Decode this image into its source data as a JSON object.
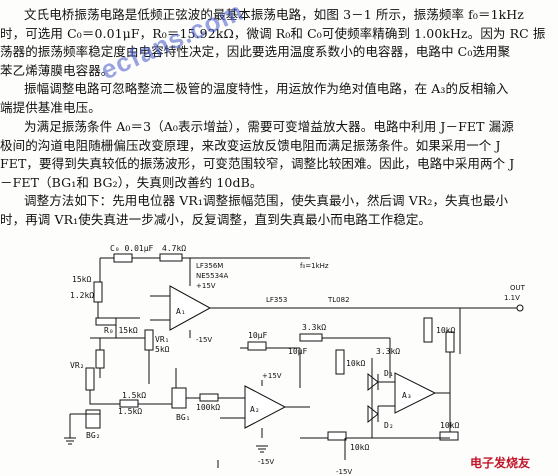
{
  "paragraphs": [
    {
      "lines": [
        "文氏电桥振荡电路是低频正弦波的最基本振荡电路，如图 3－1 所示，振荡频率 f₀＝1kHz",
        "时，可选用 C₀＝0.01μF，R₀＝15.92kΩ，微调 R₀和 C₀可使频率精确到 1.00kHz。因为 RC 振",
        "荡器的振荡频率稳定度由电容特性决定，因此要选用温度系数小的电容器，电路中 C₀选用聚",
        "苯乙烯薄膜电容器。"
      ]
    },
    {
      "lines": [
        "振幅调整电路可忽略整流二极管的温度特性，用运放作为绝对值电路，在 A₃的反相输入",
        "端提供基准电压。"
      ]
    },
    {
      "lines": [
        "为满足振荡条件 A₀＝3（A₀表示增益），需要可变增益放大器。电路中利用 J－FET 漏源",
        "极间的沟道电阻随栅偏压改变原理，来改变运放反馈电阻而满足振荡条件。如果采用一个 J",
        "FET，要得到失真较低的振荡波形，可变范围较窄，调整比较困难。因此，电路中采用两个 J",
        "－FET（BG₁和 BG₂），失真则改善约 10dB。"
      ]
    },
    {
      "lines": [
        "调整方法如下：先用电位器 VR₁调整振幅范围，使失真最小，然后调 VR₂，失真也最小",
        "时，再调 VR₁使失真进一步减小，反复调整，直到失真最小而电路工作稳定。"
      ]
    }
  ],
  "watermark": "ecfans.com",
  "logo_text": "电子发烧友",
  "circuit": {
    "labels": {
      "c1": "C₀ 0.01μF",
      "r1": "15kΩ",
      "r2": "1.2kΩ",
      "r_top": "4.7kΩ",
      "plus15_a": "+15V",
      "ic1": "LF356M",
      "ic1b": "NE5534A",
      "r0": "R₀ 15kΩ",
      "a1": "A₁",
      "minus15_a": "-15V",
      "vr1": "VR₁",
      "vr1v": "5kΩ",
      "vr2": "VR₂",
      "r_bg": "1.5kΩ",
      "bg1": "BG₁",
      "bg2": "BG₂",
      "freq": "f₀=1kHz",
      "lf353": "LF353",
      "tl082": "TL082",
      "out": "OUT",
      "out_v": "1.1V",
      "r_out": "10kΩ",
      "c_mid": "10μF",
      "r3": "3.3kΩ",
      "r4": "10kΩ",
      "c2": "10μF",
      "a2": "A₂",
      "plus15_b": "+15V",
      "minus15_b": "-15V",
      "r5": "100kΩ",
      "a3": "A₃",
      "d1": "D₁",
      "d2": "D₂",
      "r6": "3.3kΩ",
      "r7": "10kΩ",
      "r8": "10kΩ",
      "minus15_c": "-15V",
      "r9": "1.5kΩ"
    }
  }
}
